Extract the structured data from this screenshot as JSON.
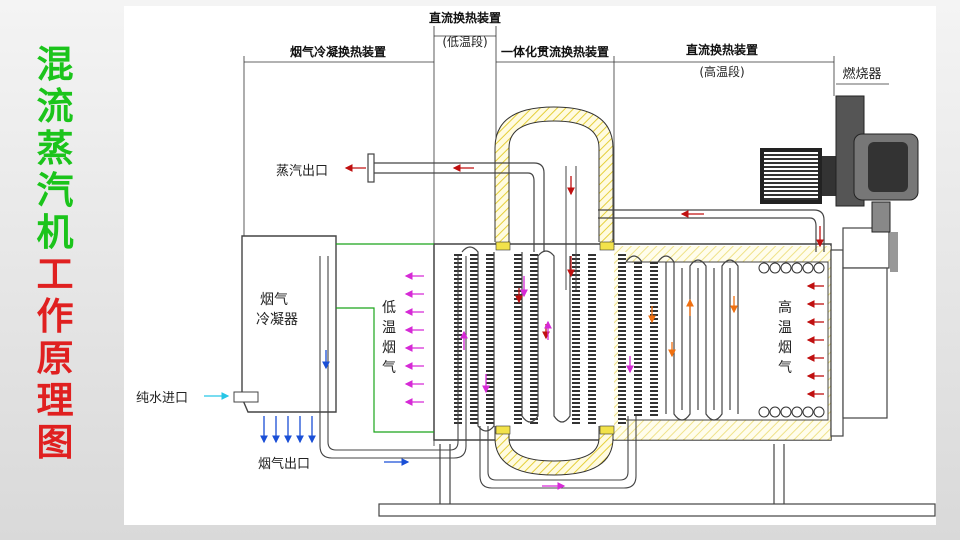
{
  "title": {
    "green": "混流蒸汽机",
    "red": "工作原理图",
    "green_color": "#1bc41b",
    "red_color": "#e02020"
  },
  "sections": {
    "dc_low": "直流换热装置",
    "dc_low_sub": "(低温段)",
    "condenser": "烟气冷凝换热装置",
    "integrated": "一体化贯流换热装置",
    "dc_high": "直流换热装置",
    "dc_high_sub": "(高温段)",
    "burner": "燃烧器"
  },
  "labels": {
    "steam_out": "蒸汽出口",
    "condenser_box": [
      "烟气",
      "冷凝器"
    ],
    "low_temp_gas": [
      "低",
      "温",
      "烟",
      "气"
    ],
    "high_temp_gas": [
      "高",
      "温",
      "烟",
      "气"
    ],
    "pure_water_in": "纯水进口",
    "flue_out": "烟气出口"
  },
  "colors": {
    "flow_red": "#c01010",
    "flow_blue": "#1a4fd6",
    "flow_magenta": "#d62ad6",
    "flow_orange": "#f07010",
    "flow_cyan": "#27c6e6",
    "hatch_yellow": "#f2e24a",
    "green_line": "#1aa51a"
  }
}
